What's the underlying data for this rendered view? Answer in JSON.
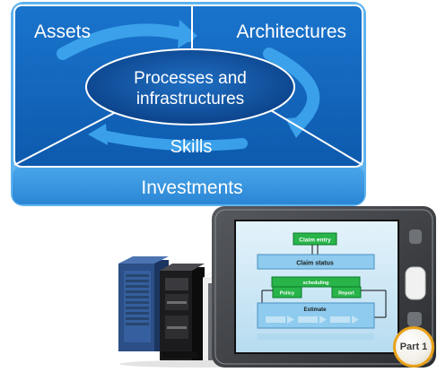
{
  "diagram": {
    "quadrants": {
      "top_left": "Assets",
      "top_right": "Architectures",
      "bottom": "Skills"
    },
    "center": [
      "Processes and",
      "infrastructures"
    ],
    "base": "Investments"
  },
  "screen": {
    "box_claim_entry": "Claim entry",
    "box_claim_status": "Claim status",
    "box_scheduling": "scheduling",
    "box_policy": "Policy",
    "box_report": "Report",
    "box_estimate": "Estimate"
  },
  "badge": "Part 1",
  "colors": {
    "panel_dark": "#0b4f9e",
    "panel_mid": "#1c7ad0",
    "base_bar": "#3b99e2",
    "arrow": "#3fa7ef",
    "badge_ring": "#e9a21a"
  }
}
